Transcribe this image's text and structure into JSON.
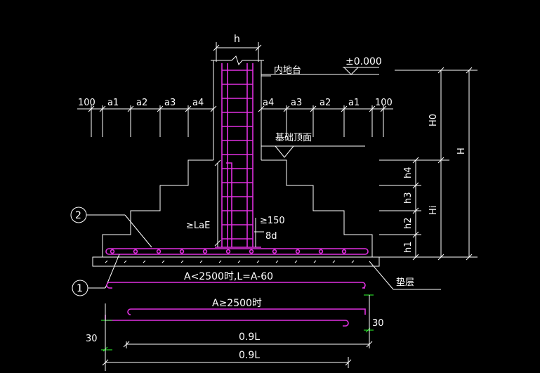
{
  "labels": {
    "column_width": "h",
    "ground_level": "±0.000",
    "indoor_ground": "内地台",
    "foundation_top": "基础顶面",
    "anchor_length": "≥LaE",
    "bend_150": "≥150",
    "bend_8d": "8d",
    "cushion": "垫层",
    "callout_1": "1",
    "callout_2": "2",
    "rule_small": "A<2500时,L=A-60",
    "rule_large": "A≥2500时",
    "len_1": "0.9L",
    "len_2": "0.9L",
    "end_left": "30",
    "end_right": "30"
  },
  "steps_left": [
    "100",
    "a1",
    "a2",
    "a3",
    "a4"
  ],
  "steps_right": [
    "a4",
    "a3",
    "a2",
    "a1",
    "100"
  ],
  "heights": {
    "h0": "H0",
    "h_total": "H",
    "h_foundation": "Hi",
    "h4": "h4",
    "h3": "h3",
    "h2": "h2",
    "h1": "h1"
  },
  "colors": {
    "background": "#000000",
    "linework": "#ffffff",
    "rebar": "#e030e0",
    "marks": "#30ff30"
  }
}
